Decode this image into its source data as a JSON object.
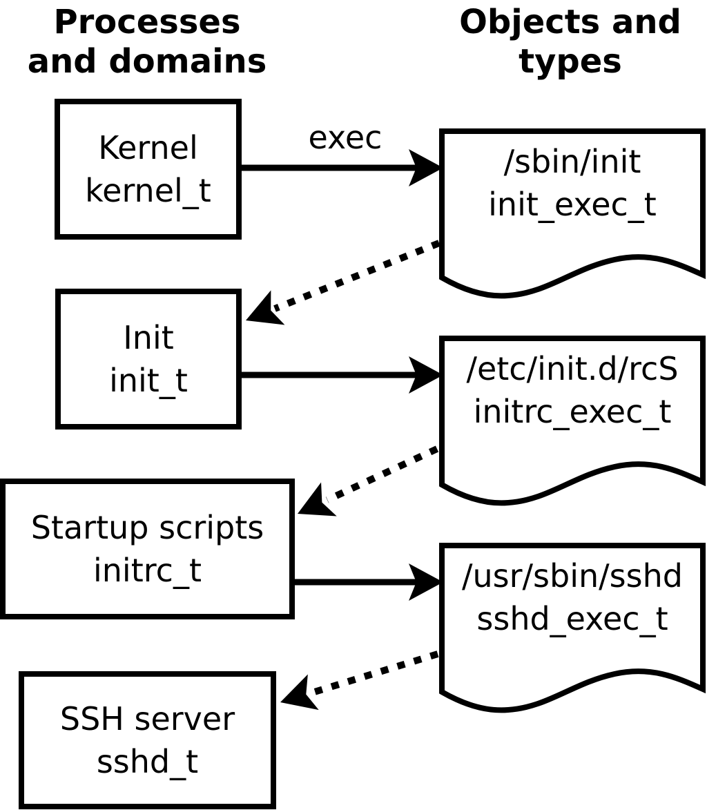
{
  "headers": {
    "left": {
      "line1": "Processes",
      "line2": "and domains"
    },
    "right": {
      "line1": "Objects and",
      "line2": "types"
    }
  },
  "process_boxes": [
    {
      "name": "Kernel",
      "type": "kernel_t"
    },
    {
      "name": "Init",
      "type": "init_t"
    },
    {
      "name": "Startup scripts",
      "type": "initrc_t"
    },
    {
      "name": "SSH server",
      "type": "sshd_t"
    }
  ],
  "object_docs": [
    {
      "path": "/sbin/init",
      "type": "init_exec_t"
    },
    {
      "path": "/etc/init.d/rcS",
      "type": "initrc_exec_t"
    },
    {
      "path": "/usr/sbin/sshd",
      "type": "sshd_exec_t"
    }
  ],
  "arrows": {
    "exec_label": "exec"
  },
  "colors": {
    "ink": "#000000",
    "paper": "#ffffff"
  }
}
